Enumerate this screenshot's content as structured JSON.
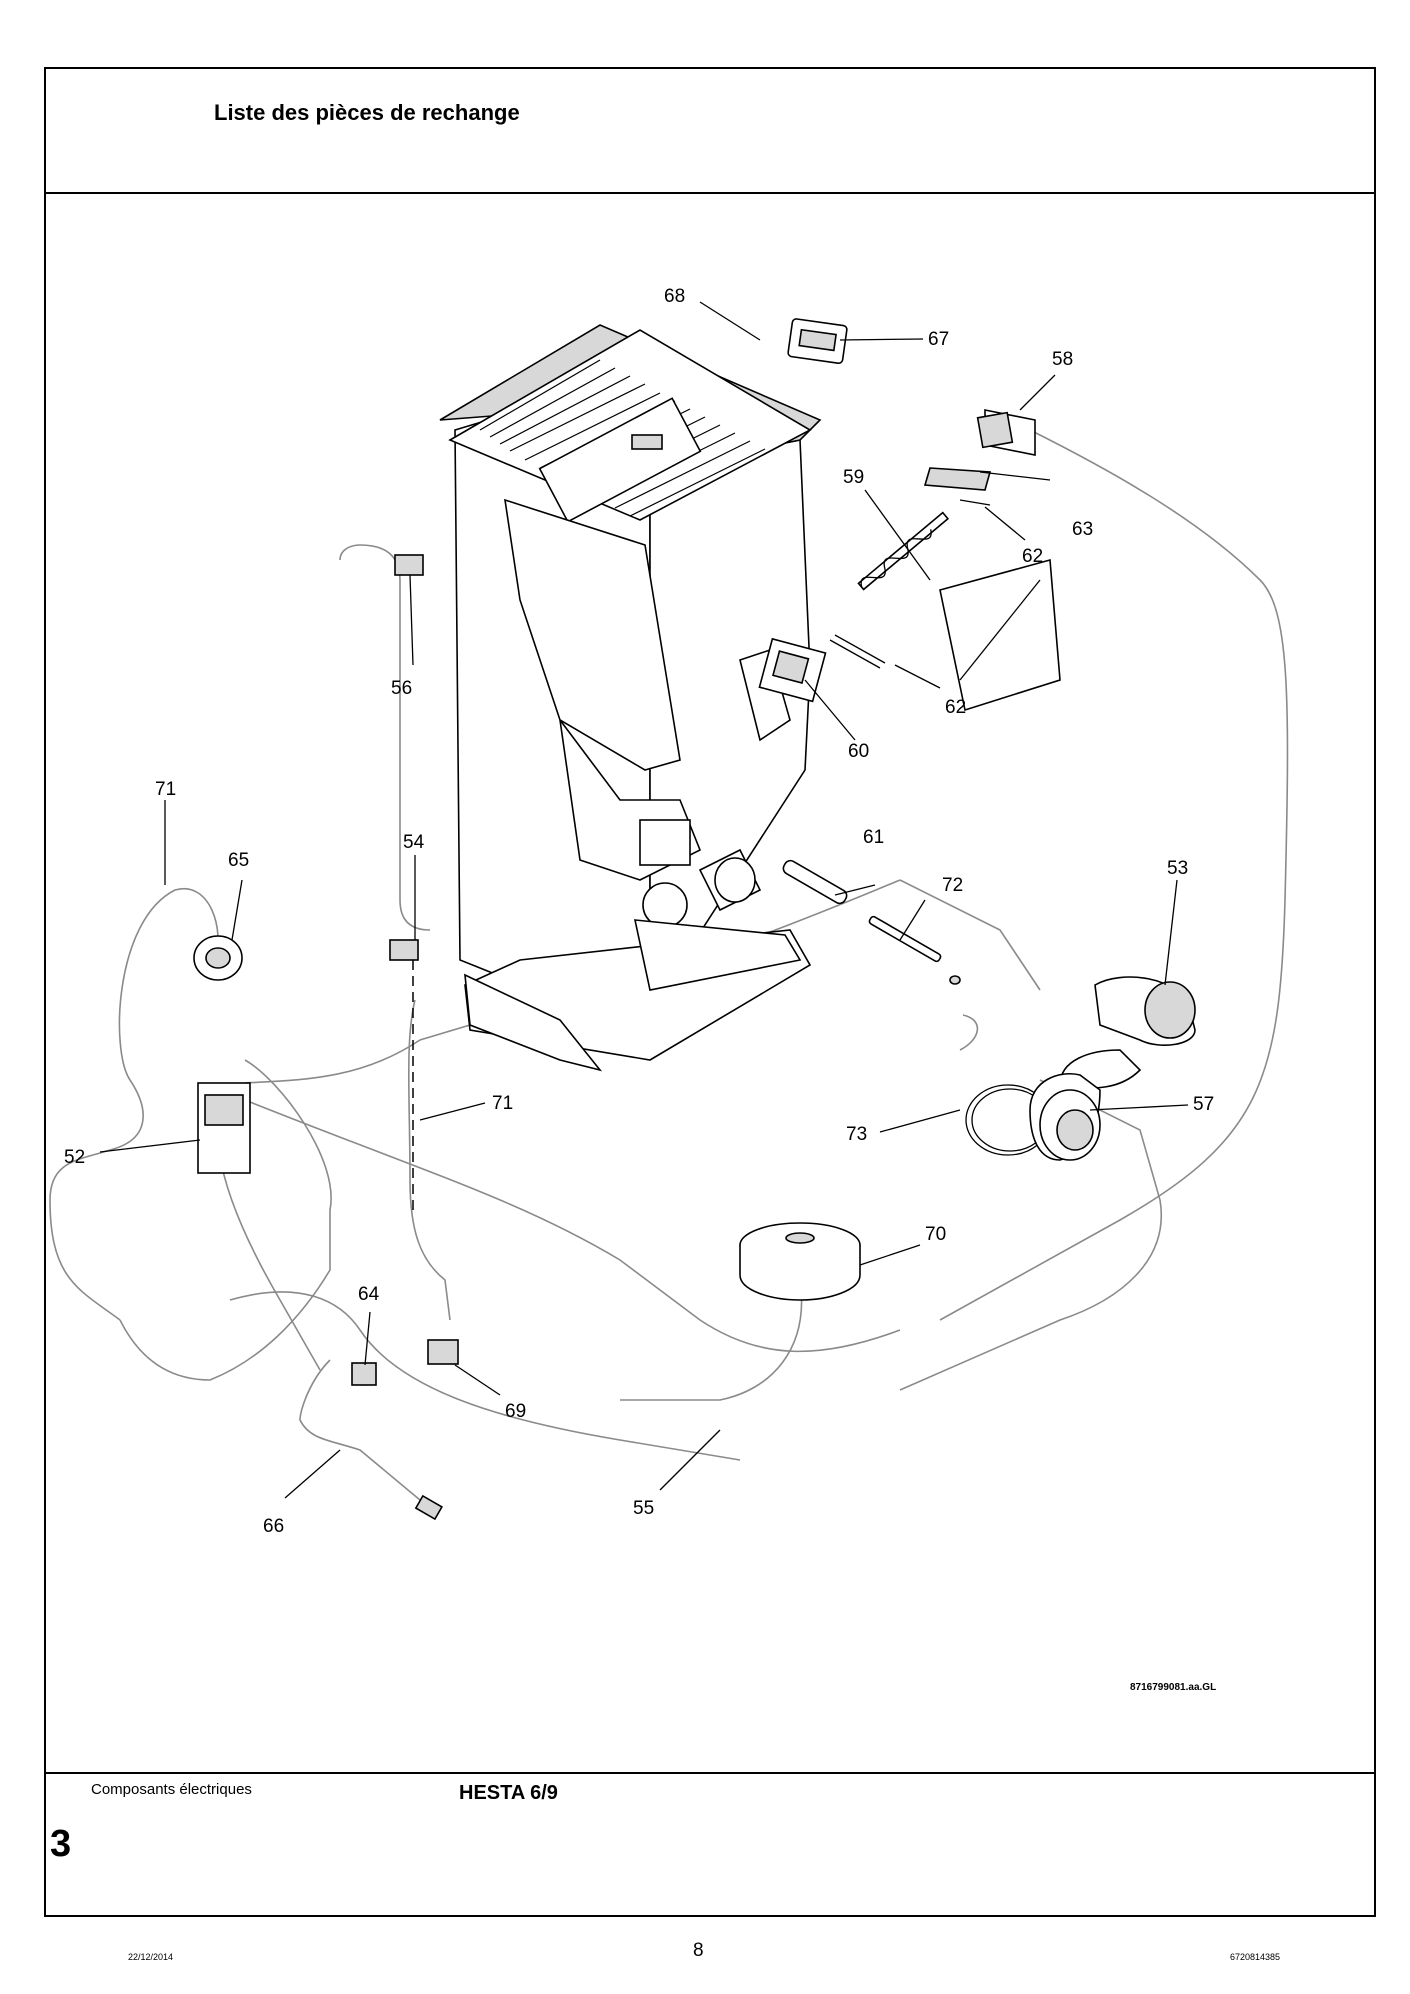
{
  "header": {
    "title": "Liste des pièces de rechange"
  },
  "footer": {
    "category": "Composants électriques",
    "model": "HESTA 6/9",
    "section_number": "3",
    "date": "22/12/2014",
    "page_number": "8",
    "doc_number": "6720814385"
  },
  "diagram": {
    "figure_ref": "8716799081.aa.GL",
    "callouts": [
      "68",
      "67",
      "58",
      "59",
      "63",
      "62",
      "62",
      "60",
      "56",
      "71",
      "65",
      "54",
      "61",
      "72",
      "53",
      "57",
      "71",
      "52",
      "73",
      "70",
      "64",
      "69",
      "66",
      "55"
    ]
  }
}
